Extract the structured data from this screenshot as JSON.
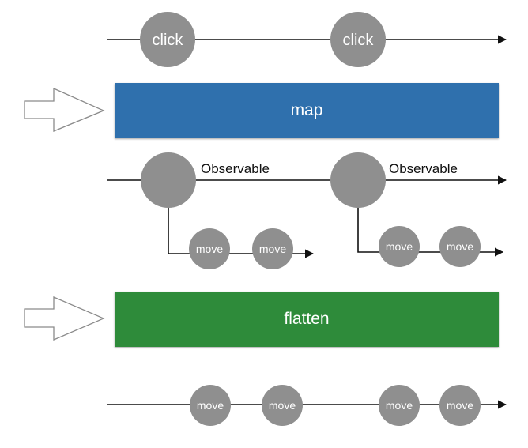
{
  "colors": {
    "line": "#111111",
    "circle": "#8f8f8f",
    "map_box": "#2f70ad",
    "flatten_box": "#2e8b3a",
    "arrow_outline": "#8a8a8a"
  },
  "operators": {
    "map": "map",
    "flatten": "flatten"
  },
  "streams": {
    "clicks": [
      "click",
      "click"
    ],
    "observable_label": "Observable",
    "inner_a": [
      "move",
      "move"
    ],
    "inner_b": [
      "move",
      "move"
    ],
    "output": [
      "move",
      "move",
      "move",
      "move"
    ]
  },
  "icons": {
    "step_arrow": "hollow-right-arrow-icon"
  }
}
